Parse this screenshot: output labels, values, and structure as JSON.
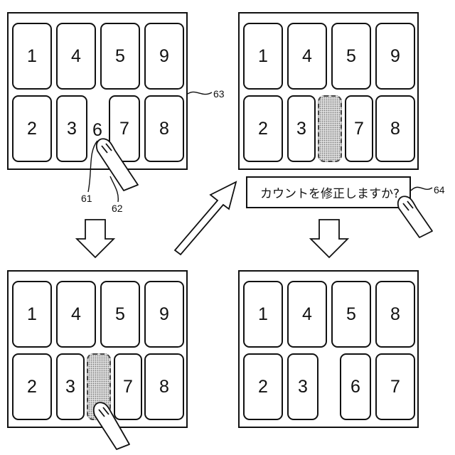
{
  "panel_tl": {
    "cards": [
      "1",
      "4",
      "5",
      "9",
      "2",
      "3",
      "7",
      "8"
    ],
    "loose_card": "6",
    "refs": {
      "finger": "61",
      "touch": "62",
      "panel": "63"
    }
  },
  "panel_bl": {
    "cards": [
      "1",
      "4",
      "5",
      "9",
      "2",
      "3",
      "7",
      "8"
    ]
  },
  "panel_tr": {
    "cards": [
      "1",
      "4",
      "5",
      "9",
      "2",
      "3",
      "7",
      "8"
    ]
  },
  "dialog": {
    "text": "カウントを修正しますか?",
    "ref": "64"
  },
  "panel_br": {
    "cards": [
      "1",
      "4",
      "5",
      "8",
      "2",
      "3",
      "6",
      "7"
    ]
  }
}
